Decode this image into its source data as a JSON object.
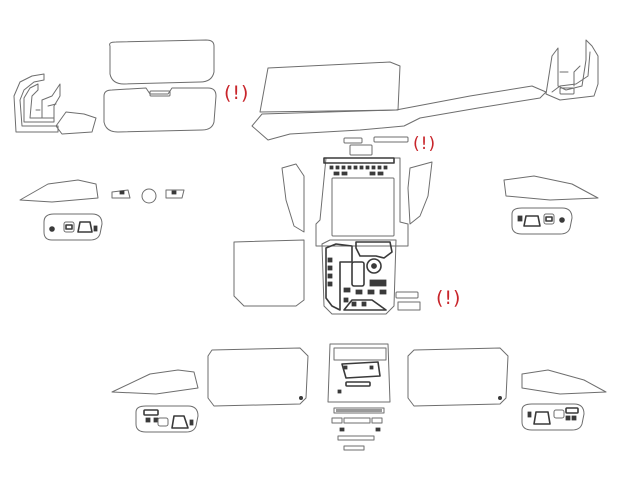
{
  "warnings": [
    {
      "id": "warn-display-cover",
      "text": "(!)"
    },
    {
      "id": "warn-vent-strip",
      "text": "(!)"
    },
    {
      "id": "warn-console-small-piece",
      "text": "(!)"
    }
  ],
  "colors": {
    "outline": "#6e6e6e",
    "detail": "#3a3a3a",
    "warning": "#c8252b",
    "background": "#ffffff"
  },
  "icons": {
    "warning": "exclamation-in-parentheses"
  }
}
